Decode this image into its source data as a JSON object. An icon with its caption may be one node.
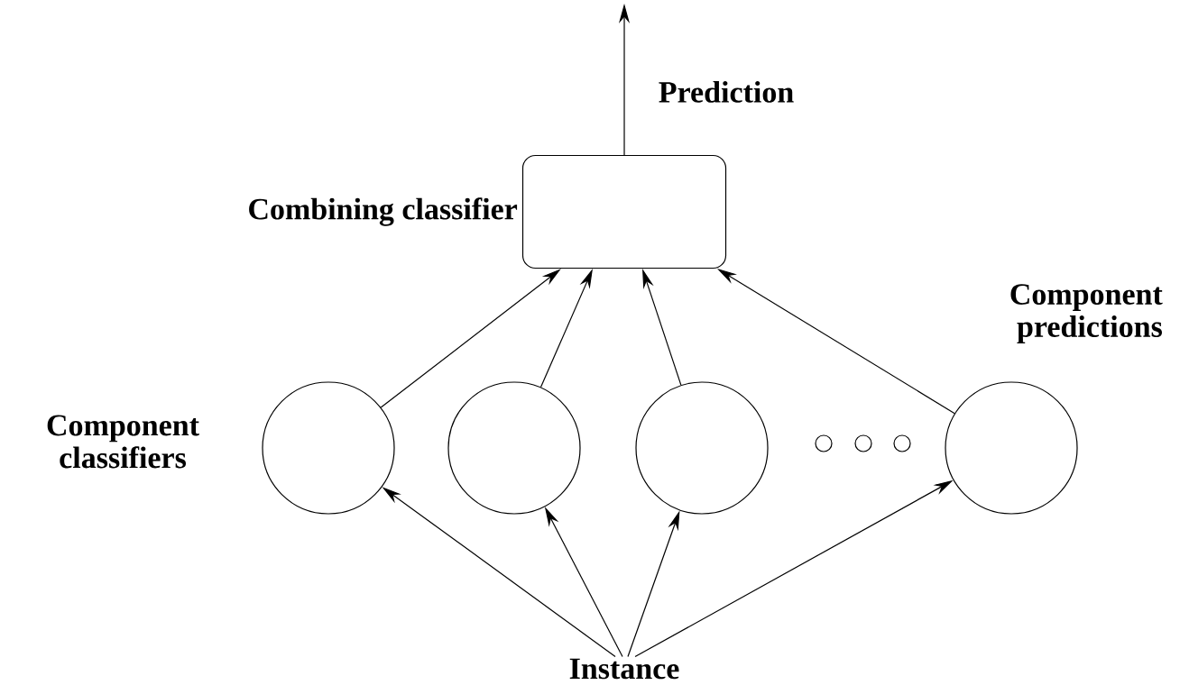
{
  "diagram": {
    "nodes": [
      {
        "text": [
          "Combining classifier"
        ]
      },
      {
        "text": [],
        "shape": "circle"
      },
      {
        "text": [],
        "shape": "circle"
      },
      {
        "text": [],
        "shape": "circle"
      },
      {
        "text": [],
        "shape": "circle"
      },
      {
        "text": [
          "Instance"
        ]
      }
    ],
    "edges": [
      {
        "from": 0,
        "to": null,
        "arrow": "to",
        "label": "Prediction"
      },
      {
        "from": 1,
        "to": 0,
        "arrow": "to"
      },
      {
        "from": 2,
        "to": 0,
        "arrow": "to"
      },
      {
        "from": 3,
        "to": 0,
        "arrow": "to"
      },
      {
        "from": 4,
        "to": 0,
        "arrow": "to"
      },
      {
        "from": 5,
        "to": 1,
        "arrow": "to"
      },
      {
        "from": 5,
        "to": 2,
        "arrow": "to"
      },
      {
        "from": 5,
        "to": 3,
        "arrow": "to"
      },
      {
        "from": 5,
        "to": 4,
        "arrow": "to"
      }
    ],
    "labels": [
      "Component predictions",
      "Component classifiers"
    ]
  }
}
